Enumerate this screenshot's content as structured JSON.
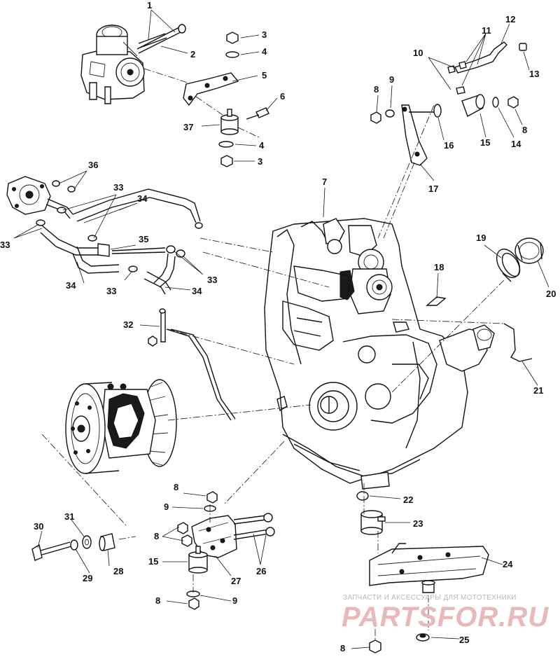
{
  "diagram": {
    "callouts": [
      {
        "number": "1"
      },
      {
        "number": "2"
      },
      {
        "number": "3"
      },
      {
        "number": "4"
      },
      {
        "number": "5"
      },
      {
        "number": "6"
      },
      {
        "number": "37"
      },
      {
        "number": "4"
      },
      {
        "number": "3"
      },
      {
        "number": "12"
      },
      {
        "number": "11"
      },
      {
        "number": "10"
      },
      {
        "number": "13"
      },
      {
        "number": "9"
      },
      {
        "number": "8"
      },
      {
        "number": "16"
      },
      {
        "number": "15"
      },
      {
        "number": "14"
      },
      {
        "number": "8"
      },
      {
        "number": "17"
      },
      {
        "number": "7"
      },
      {
        "number": "36"
      },
      {
        "number": "33"
      },
      {
        "number": "34"
      },
      {
        "number": "33"
      },
      {
        "number": "35"
      },
      {
        "number": "34"
      },
      {
        "number": "33"
      },
      {
        "number": "33"
      },
      {
        "number": "34"
      },
      {
        "number": "19"
      },
      {
        "number": "20"
      },
      {
        "number": "18"
      },
      {
        "number": "32"
      },
      {
        "number": "21"
      },
      {
        "number": "8"
      },
      {
        "number": "9"
      },
      {
        "number": "22"
      },
      {
        "number": "23"
      },
      {
        "number": "30"
      },
      {
        "number": "31"
      },
      {
        "number": "8"
      },
      {
        "number": "15"
      },
      {
        "number": "26"
      },
      {
        "number": "28"
      },
      {
        "number": "29"
      },
      {
        "number": "27"
      },
      {
        "number": "24"
      },
      {
        "number": "8"
      },
      {
        "number": "9"
      },
      {
        "number": "8"
      },
      {
        "number": "25"
      }
    ]
  },
  "watermark": {
    "caption": "ЗАПЧАСТИ И АКСЕССУАРЫ ДЛЯ МОТОТЕХНИКИ",
    "logo": "PARTSFOR.RU"
  },
  "colors": {
    "line": "#111111",
    "background": "#ffffff",
    "watermark_logo": "#e8b9b9",
    "watermark_caption": "#b8b8b8"
  }
}
